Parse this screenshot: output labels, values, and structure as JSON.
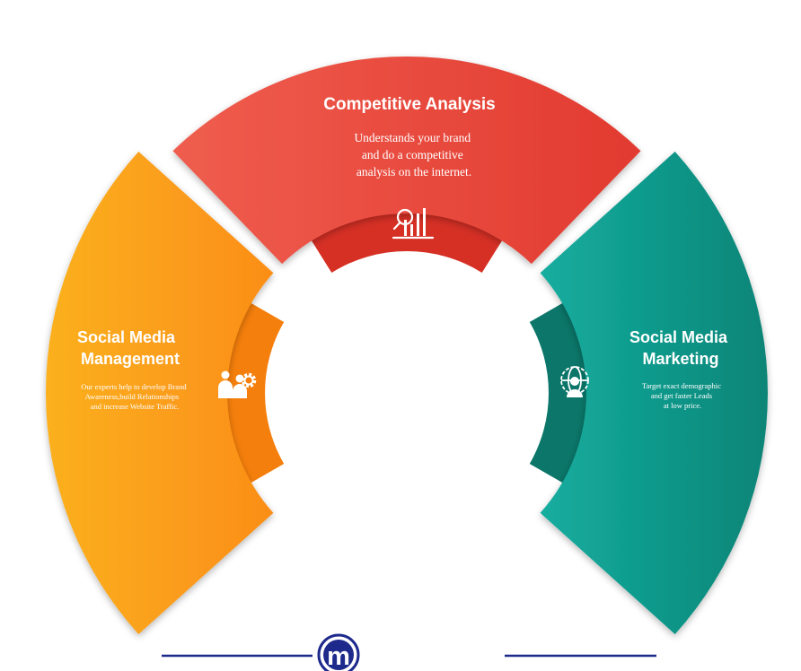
{
  "segments": {
    "top": {
      "title": "Competitive Analysis",
      "body": [
        "Understands your brand",
        "and do a competitive",
        "analysis on the internet."
      ],
      "icon": "chart-magnifier-icon",
      "color": "#e8493d",
      "inner_color": "#d63025"
    },
    "left": {
      "title": [
        "Social Media",
        "Management"
      ],
      "body": [
        "Our experts help to develop Brand",
        "Awareness,build Relationships",
        "and increase Website Traffic."
      ],
      "icon": "team-gear-icon",
      "color": "#fb9c1a",
      "inner_color": "#f57f0c"
    },
    "right": {
      "title": [
        "Social Media",
        "Marketing"
      ],
      "body": [
        "Target exact demographic",
        "and get faster Leads",
        "at low price."
      ],
      "icon": "global-user-icon",
      "color": "#109f92",
      "inner_color": "#0b7669"
    }
  },
  "logo": {
    "icon": "m-logo-icon",
    "letter": "m",
    "color": "#1d2a8c"
  }
}
